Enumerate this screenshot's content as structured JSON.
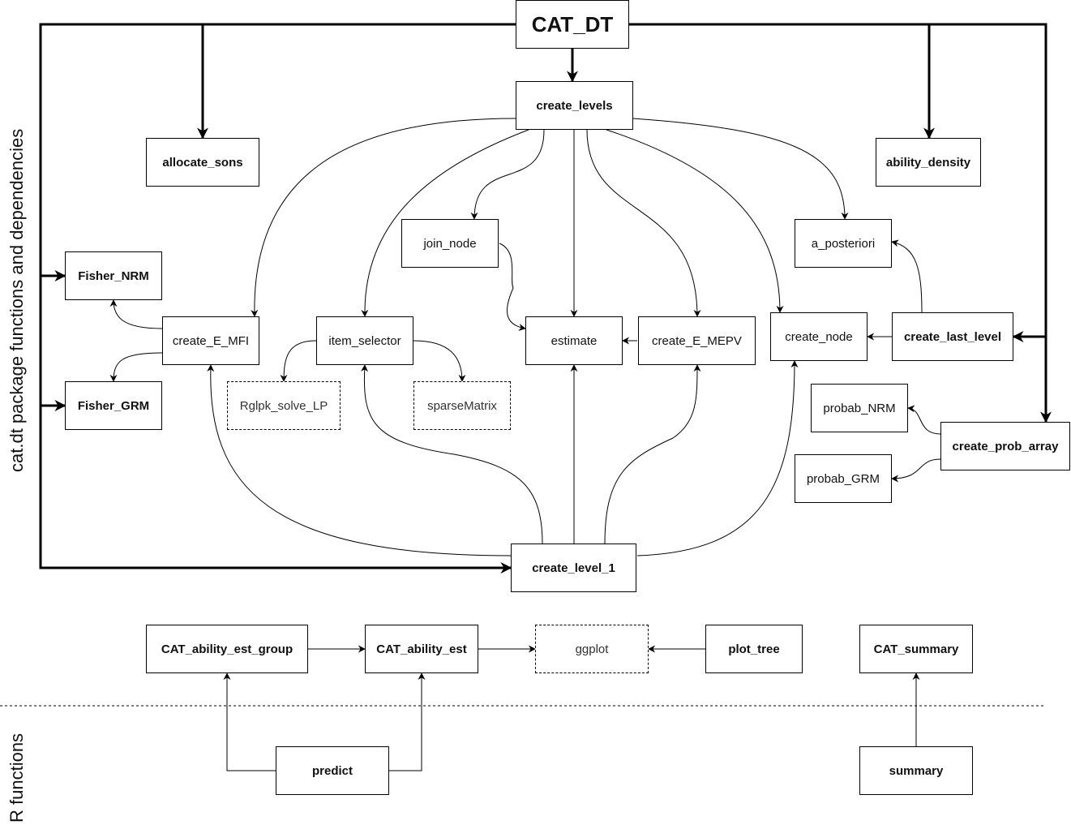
{
  "side_labels": {
    "package": "cat.dt package functions and dependencies",
    "r_functions": "R functions"
  },
  "nodes": {
    "cat_dt": "CAT_DT",
    "create_levels": "create_levels",
    "allocate_sons": "allocate_sons",
    "ability_density": "ability_density",
    "join_node": "join_node",
    "a_posteriori": "a_posteriori",
    "fisher_nrm": "Fisher_NRM",
    "create_e_mfi": "create_E_MFI",
    "item_selector": "item_selector",
    "estimate": "estimate",
    "create_e_mepv": "create_E_MEPV",
    "create_node": "create_node",
    "create_last_level": "create_last_level",
    "fisher_grm": "Fisher_GRM",
    "rglpk_solve_lp": "Rglpk_solve_LP",
    "sparsematrix": "sparseMatrix",
    "probab_nrm": "probab_NRM",
    "create_prob_array": "create_prob_array",
    "probab_grm": "probab_GRM",
    "create_level_1": "create_level_1",
    "cat_ability_est_group": "CAT_ability_est_group",
    "cat_ability_est": "CAT_ability_est",
    "ggplot": "ggplot",
    "plot_tree": "plot_tree",
    "cat_summary": "CAT_summary",
    "predict": "predict",
    "summary": "summary"
  }
}
